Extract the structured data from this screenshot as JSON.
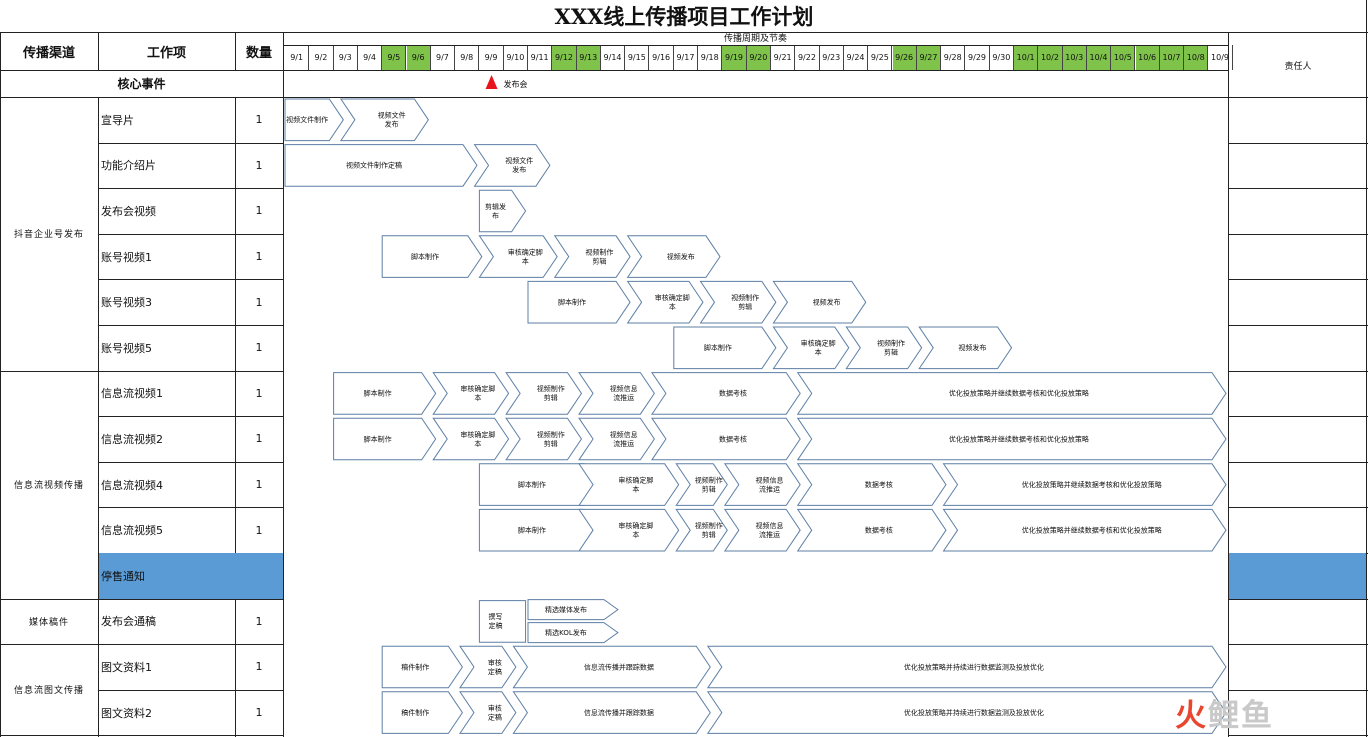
{
  "title": "XXX线上传播项目工作计划",
  "header": {
    "channel": "传播渠道",
    "work_item": "工作项",
    "quantity": "数量",
    "period": "传播周期及节奏",
    "owner": "责任人",
    "core_event": "核心事件"
  },
  "milestone": {
    "label": "发布会",
    "date": "9/9",
    "color": "#e8141b"
  },
  "dates": [
    "9/1",
    "9/2",
    "9/3",
    "9/4",
    "9/5",
    "9/6",
    "9/7",
    "9/8",
    "9/9",
    "9/10",
    "9/11",
    "9/12",
    "9/13",
    "9/14",
    "9/15",
    "9/16",
    "9/17",
    "9/18",
    "9/19",
    "9/20",
    "9/21",
    "9/22",
    "9/23",
    "9/24",
    "9/25",
    "9/26",
    "9/27",
    "9/28",
    "9/29",
    "9/30",
    "10/1",
    "10/2",
    "10/3",
    "10/4",
    "10/5",
    "10/6",
    "10/7",
    "10/8",
    "10/9"
  ],
  "highlighted_dates": [
    "9/5",
    "9/6",
    "9/12",
    "9/13",
    "9/19",
    "9/20",
    "9/26",
    "9/27",
    "10/1",
    "10/2",
    "10/3",
    "10/4",
    "10/5",
    "10/6",
    "10/7",
    "10/8"
  ],
  "colors": {
    "highlight": "#7fc34b",
    "notice_row": "#5b9bd5",
    "arrow_stroke": "#5d7fa6"
  },
  "channels": [
    {
      "label": "抖音企业号发布",
      "rows": 6
    },
    {
      "label": "信息流视频传播",
      "rows": 5
    },
    {
      "label": "媒体稿件",
      "rows": 1
    },
    {
      "label": "信息流图文传播",
      "rows": 2
    }
  ],
  "rows": [
    {
      "item": "宣导片",
      "qty": "1",
      "tasks": [
        {
          "label": "视频文件制作",
          "start": 0,
          "end": 2.4
        },
        {
          "label": "视频文件\n发布",
          "start": 2.3,
          "end": 5.9
        }
      ]
    },
    {
      "item": "功能介绍片",
      "qty": "1",
      "tasks": [
        {
          "label": "视频文件制作定稿",
          "start": 0,
          "end": 7.9
        },
        {
          "label": "视频文件\n发布",
          "start": 7.8,
          "end": 10.9
        }
      ]
    },
    {
      "item": "发布会视频",
      "qty": "1",
      "tasks": [
        {
          "label": "剪辑发\n布",
          "start": 8.0,
          "end": 9.9
        }
      ]
    },
    {
      "item": "账号视频1",
      "qty": "1",
      "tasks": [
        {
          "label": "脚本制作",
          "start": 4.0,
          "end": 8.1
        },
        {
          "label": "审核确定脚\n本",
          "start": 8.0,
          "end": 11.2
        },
        {
          "label": "视频制作\n剪辑",
          "start": 11.1,
          "end": 14.2
        },
        {
          "label": "视频发布",
          "start": 14.1,
          "end": 17.9
        }
      ]
    },
    {
      "item": "账号视频3",
      "qty": "1",
      "tasks": [
        {
          "label": "脚本制作",
          "start": 10.0,
          "end": 14.2
        },
        {
          "label": "审核确定脚\n本",
          "start": 14.1,
          "end": 17.2
        },
        {
          "label": "视频制作\n剪辑",
          "start": 17.1,
          "end": 20.2
        },
        {
          "label": "视频发布",
          "start": 20.1,
          "end": 23.9
        }
      ]
    },
    {
      "item": "账号视频5",
      "qty": "1",
      "tasks": [
        {
          "label": "脚本制作",
          "start": 16.0,
          "end": 20.2
        },
        {
          "label": "审核确定脚\n本",
          "start": 20.1,
          "end": 23.2
        },
        {
          "label": "视频制作\n剪辑",
          "start": 23.1,
          "end": 26.2
        },
        {
          "label": "视频发布",
          "start": 26.1,
          "end": 29.9
        }
      ]
    },
    {
      "item": "信息流视频1",
      "qty": "1",
      "tasks": [
        {
          "label": "脚本制作",
          "start": 2.0,
          "end": 6.2
        },
        {
          "label": "审核确定脚\n本",
          "start": 6.1,
          "end": 9.2
        },
        {
          "label": "视频制作\n剪辑",
          "start": 9.1,
          "end": 12.2
        },
        {
          "label": "视频信息\n流推运",
          "start": 12.1,
          "end": 15.2
        },
        {
          "label": "数据考核",
          "start": 15.1,
          "end": 21.2
        },
        {
          "label": "优化投放策略并继续数据考核和优化投放策略",
          "start": 21.1,
          "end": 38.9
        }
      ]
    },
    {
      "item": "信息流视频2",
      "qty": "1",
      "tasks": [
        {
          "label": "脚本制作",
          "start": 2.0,
          "end": 6.2
        },
        {
          "label": "审核确定脚\n本",
          "start": 6.1,
          "end": 9.2
        },
        {
          "label": "视频制作\n剪辑",
          "start": 9.1,
          "end": 12.2
        },
        {
          "label": "视频信息\n流推运",
          "start": 12.1,
          "end": 15.2
        },
        {
          "label": "数据考核",
          "start": 15.1,
          "end": 21.2
        },
        {
          "label": "优化投放策略并继续数据考核和优化投放策略",
          "start": 21.1,
          "end": 38.9
        }
      ]
    },
    {
      "item": "信息流视频4",
      "qty": "1",
      "tasks": [
        {
          "label": "脚本制作",
          "start": 8.0,
          "end": 12.9
        },
        {
          "label": "审核确定脚\n本",
          "start": 12.1,
          "end": 16.2
        },
        {
          "label": "视频制作\n剪辑",
          "start": 16.1,
          "end": 18.2
        },
        {
          "label": "视频信息\n流推运",
          "start": 18.1,
          "end": 21.2
        },
        {
          "label": "数据考核",
          "start": 21.1,
          "end": 27.2
        },
        {
          "label": "优化投放策略并继续数据考核和优化投放策略",
          "start": 27.1,
          "end": 38.9
        }
      ]
    },
    {
      "item": "信息流视频5",
      "qty": "1",
      "tasks": [
        {
          "label": "脚本制作",
          "start": 8.0,
          "end": 12.9
        },
        {
          "label": "审核确定脚\n本",
          "start": 12.1,
          "end": 16.2
        },
        {
          "label": "视频制作\n剪辑",
          "start": 16.1,
          "end": 18.2
        },
        {
          "label": "视频信息\n流推运",
          "start": 18.1,
          "end": 21.2
        },
        {
          "label": "数据考核",
          "start": 21.1,
          "end": 27.2
        },
        {
          "label": "优化投放策略并继续数据考核和优化投放策略",
          "start": 27.1,
          "end": 38.9
        }
      ]
    },
    {
      "item": "停售通知",
      "qty": "",
      "highlight": true,
      "tasks": []
    },
    {
      "item": "发布会通稿",
      "qty": "1",
      "tasks": [
        {
          "label": "撰写\n定稿",
          "start": 8.0,
          "end": 9.9,
          "kind": "box"
        },
        {
          "label": "精选媒体发布",
          "start": 10.0,
          "end": 13.7,
          "sub": "top"
        },
        {
          "label": "精选KOL发布",
          "start": 10.0,
          "end": 13.7,
          "sub": "bottom"
        }
      ]
    },
    {
      "item": "图文资料1",
      "qty": "1",
      "tasks": [
        {
          "label": "稿件制作",
          "start": 4.0,
          "end": 7.3
        },
        {
          "label": "审核\n定稿",
          "start": 7.2,
          "end": 9.5
        },
        {
          "label": "信息流传播并跟踪数据",
          "start": 9.4,
          "end": 17.5
        },
        {
          "label": "优化投放策略并持续进行数据监测及投放优化",
          "start": 17.4,
          "end": 38.9
        }
      ]
    },
    {
      "item": "图文资料2",
      "qty": "1",
      "tasks": [
        {
          "label": "稿件制作",
          "start": 4.0,
          "end": 7.3
        },
        {
          "label": "审核\n定稿",
          "start": 7.2,
          "end": 9.5
        },
        {
          "label": "信息流传播并跟踪数据",
          "start": 9.4,
          "end": 17.5
        },
        {
          "label": "优化投放策略并持续进行数据监测及投放优化",
          "start": 17.4,
          "end": 38.9
        }
      ]
    }
  ],
  "watermark": {
    "part1": "火",
    "part2": "鲤鱼",
    "color1": "#e8462f",
    "color2": "#c9c9c9"
  }
}
